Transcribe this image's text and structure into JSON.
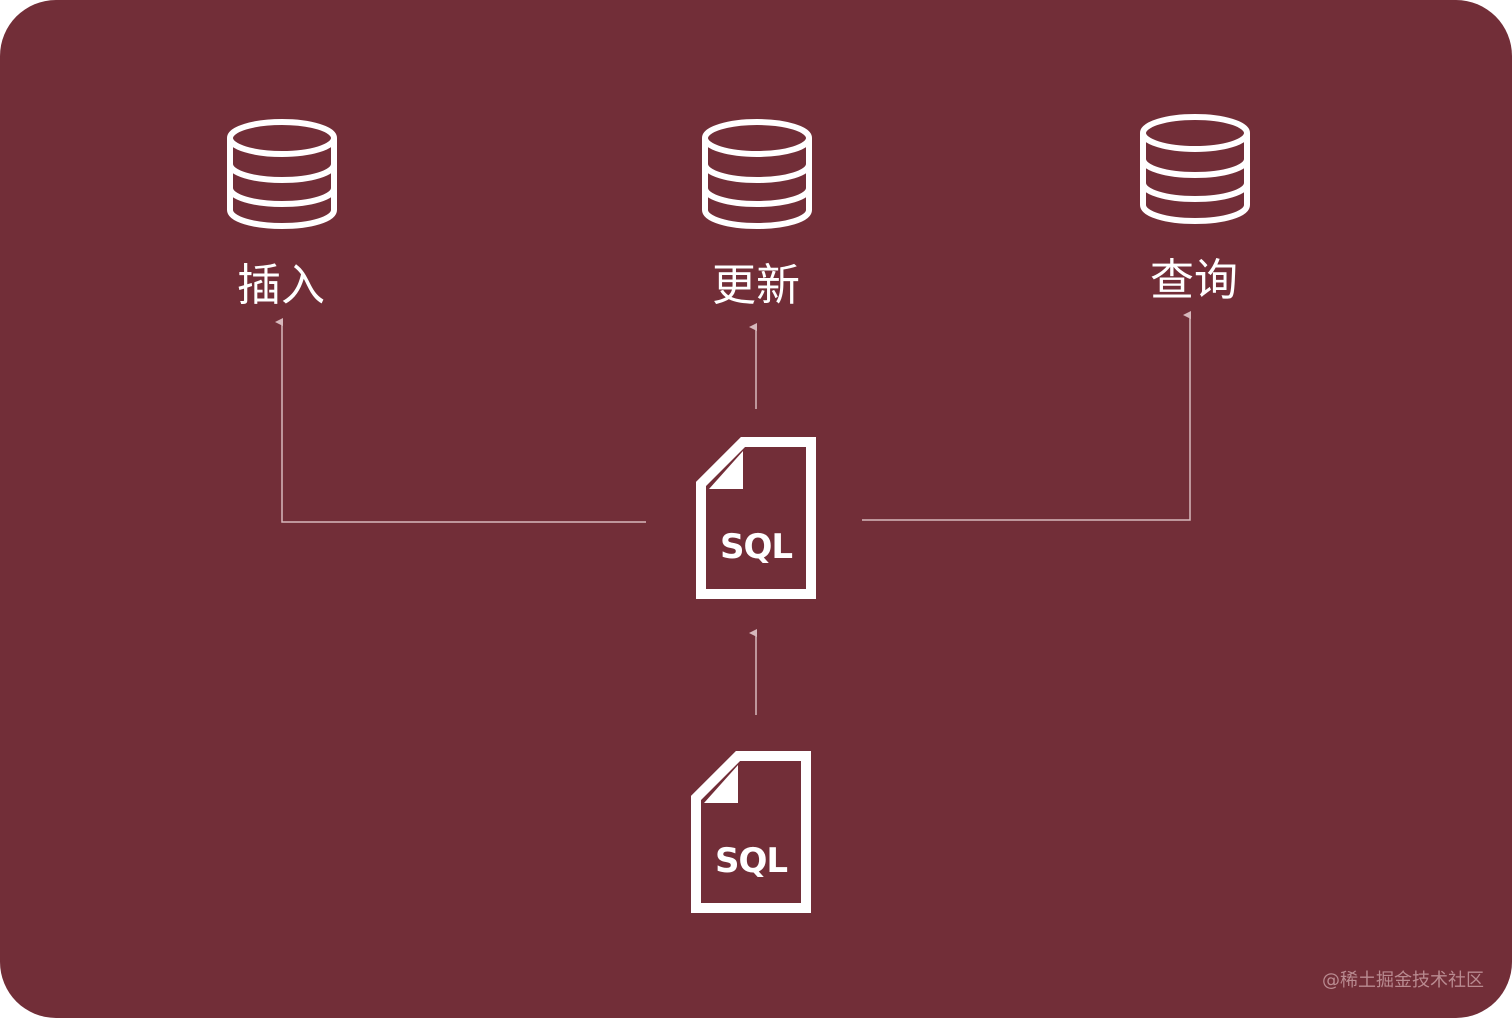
{
  "colors": {
    "background": "#722e38",
    "foreground": "#ffffff",
    "connector": "#d7b8bc",
    "watermark": "#b98a90"
  },
  "databases": [
    {
      "icon": "database-icon",
      "label": "插入"
    },
    {
      "icon": "database-icon",
      "label": "更新"
    },
    {
      "icon": "database-icon",
      "label": "查询"
    }
  ],
  "files": {
    "center": {
      "icon": "sql-file-icon",
      "text": "SQL"
    },
    "bottom": {
      "icon": "sql-file-icon",
      "text": "SQL"
    }
  },
  "watermark": "@稀土掘金技术社区"
}
